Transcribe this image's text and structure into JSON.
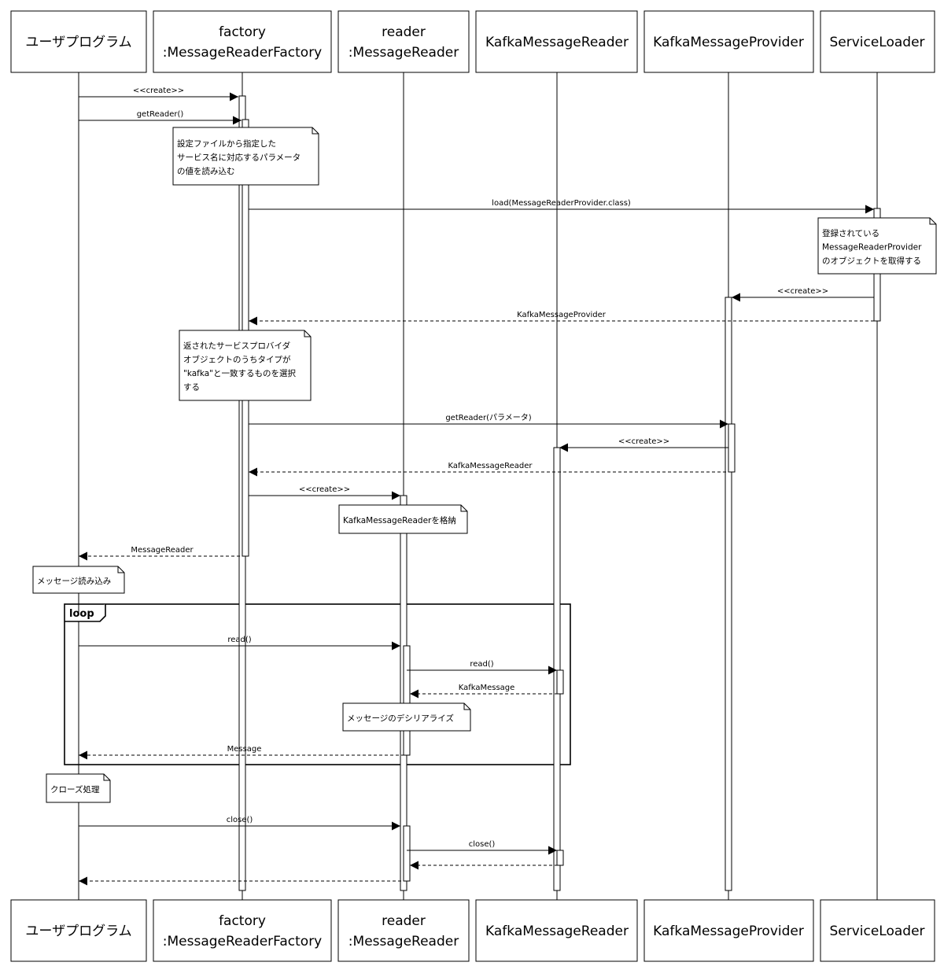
{
  "participants": [
    {
      "id": "user",
      "lines": [
        "ユーザプログラム"
      ]
    },
    {
      "id": "factory",
      "lines": [
        "factory",
        ":MessageReaderFactory"
      ]
    },
    {
      "id": "reader",
      "lines": [
        "reader",
        ":MessageReader"
      ]
    },
    {
      "id": "kreader",
      "lines": [
        "KafkaMessageReader"
      ]
    },
    {
      "id": "kprovider",
      "lines": [
        "KafkaMessageProvider"
      ]
    },
    {
      "id": "loader",
      "lines": [
        "ServiceLoader"
      ]
    }
  ],
  "messages": [
    {
      "from": "user",
      "to": "factory",
      "label": "<<create>>",
      "kind": "sync"
    },
    {
      "from": "user",
      "to": "factory",
      "label": "getReader()",
      "kind": "sync"
    },
    {
      "from": "factory",
      "to": "loader",
      "label": "load(MessageReaderProvider.class)",
      "kind": "sync"
    },
    {
      "from": "loader",
      "to": "kprovider",
      "label": "<<create>>",
      "kind": "sync"
    },
    {
      "from": "loader",
      "to": "factory",
      "label": "KafkaMessageProvider",
      "kind": "return"
    },
    {
      "from": "factory",
      "to": "kprovider",
      "label": "getReader(パラメータ)",
      "kind": "sync"
    },
    {
      "from": "kprovider",
      "to": "kreader",
      "label": "<<create>>",
      "kind": "sync"
    },
    {
      "from": "kprovider",
      "to": "factory",
      "label": "KafkaMessageReader",
      "kind": "return"
    },
    {
      "from": "factory",
      "to": "reader",
      "label": "<<create>>",
      "kind": "sync"
    },
    {
      "from": "factory",
      "to": "user",
      "label": "MessageReader",
      "kind": "return"
    },
    {
      "from": "user",
      "to": "reader",
      "label": "read()",
      "kind": "sync"
    },
    {
      "from": "reader",
      "to": "kreader",
      "label": "read()",
      "kind": "sync"
    },
    {
      "from": "kreader",
      "to": "reader",
      "label": "KafkaMessage",
      "kind": "return"
    },
    {
      "from": "reader",
      "to": "user",
      "label": "Message",
      "kind": "return"
    },
    {
      "from": "user",
      "to": "reader",
      "label": "close()",
      "kind": "sync"
    },
    {
      "from": "reader",
      "to": "kreader",
      "label": "close()",
      "kind": "sync"
    },
    {
      "from": "kreader",
      "to": "reader",
      "label": "",
      "kind": "return"
    },
    {
      "from": "reader",
      "to": "user",
      "label": "",
      "kind": "return"
    }
  ],
  "notes": [
    {
      "id": "note-config",
      "lines": [
        "設定ファイルから指定した",
        "サービス名に対応するパラメータ",
        "の値を読み込む"
      ]
    },
    {
      "id": "note-registered",
      "lines": [
        "登録されている",
        "MessageReaderProvider",
        "のオブジェクトを取得する"
      ]
    },
    {
      "id": "note-select",
      "lines": [
        "返されたサービスプロバイダ",
        "オブジェクトのうちタイプが",
        "\"kafka\"と一致するものを選択",
        "する"
      ]
    },
    {
      "id": "note-store",
      "lines": [
        "KafkaMessageReaderを格納"
      ]
    },
    {
      "id": "note-read",
      "lines": [
        "メッセージ読み込み"
      ]
    },
    {
      "id": "note-deserialize",
      "lines": [
        "メッセージのデシリアライズ"
      ]
    },
    {
      "id": "note-close",
      "lines": [
        "クローズ処理"
      ]
    }
  ],
  "fragments": [
    {
      "id": "loop",
      "label": "loop"
    }
  ]
}
